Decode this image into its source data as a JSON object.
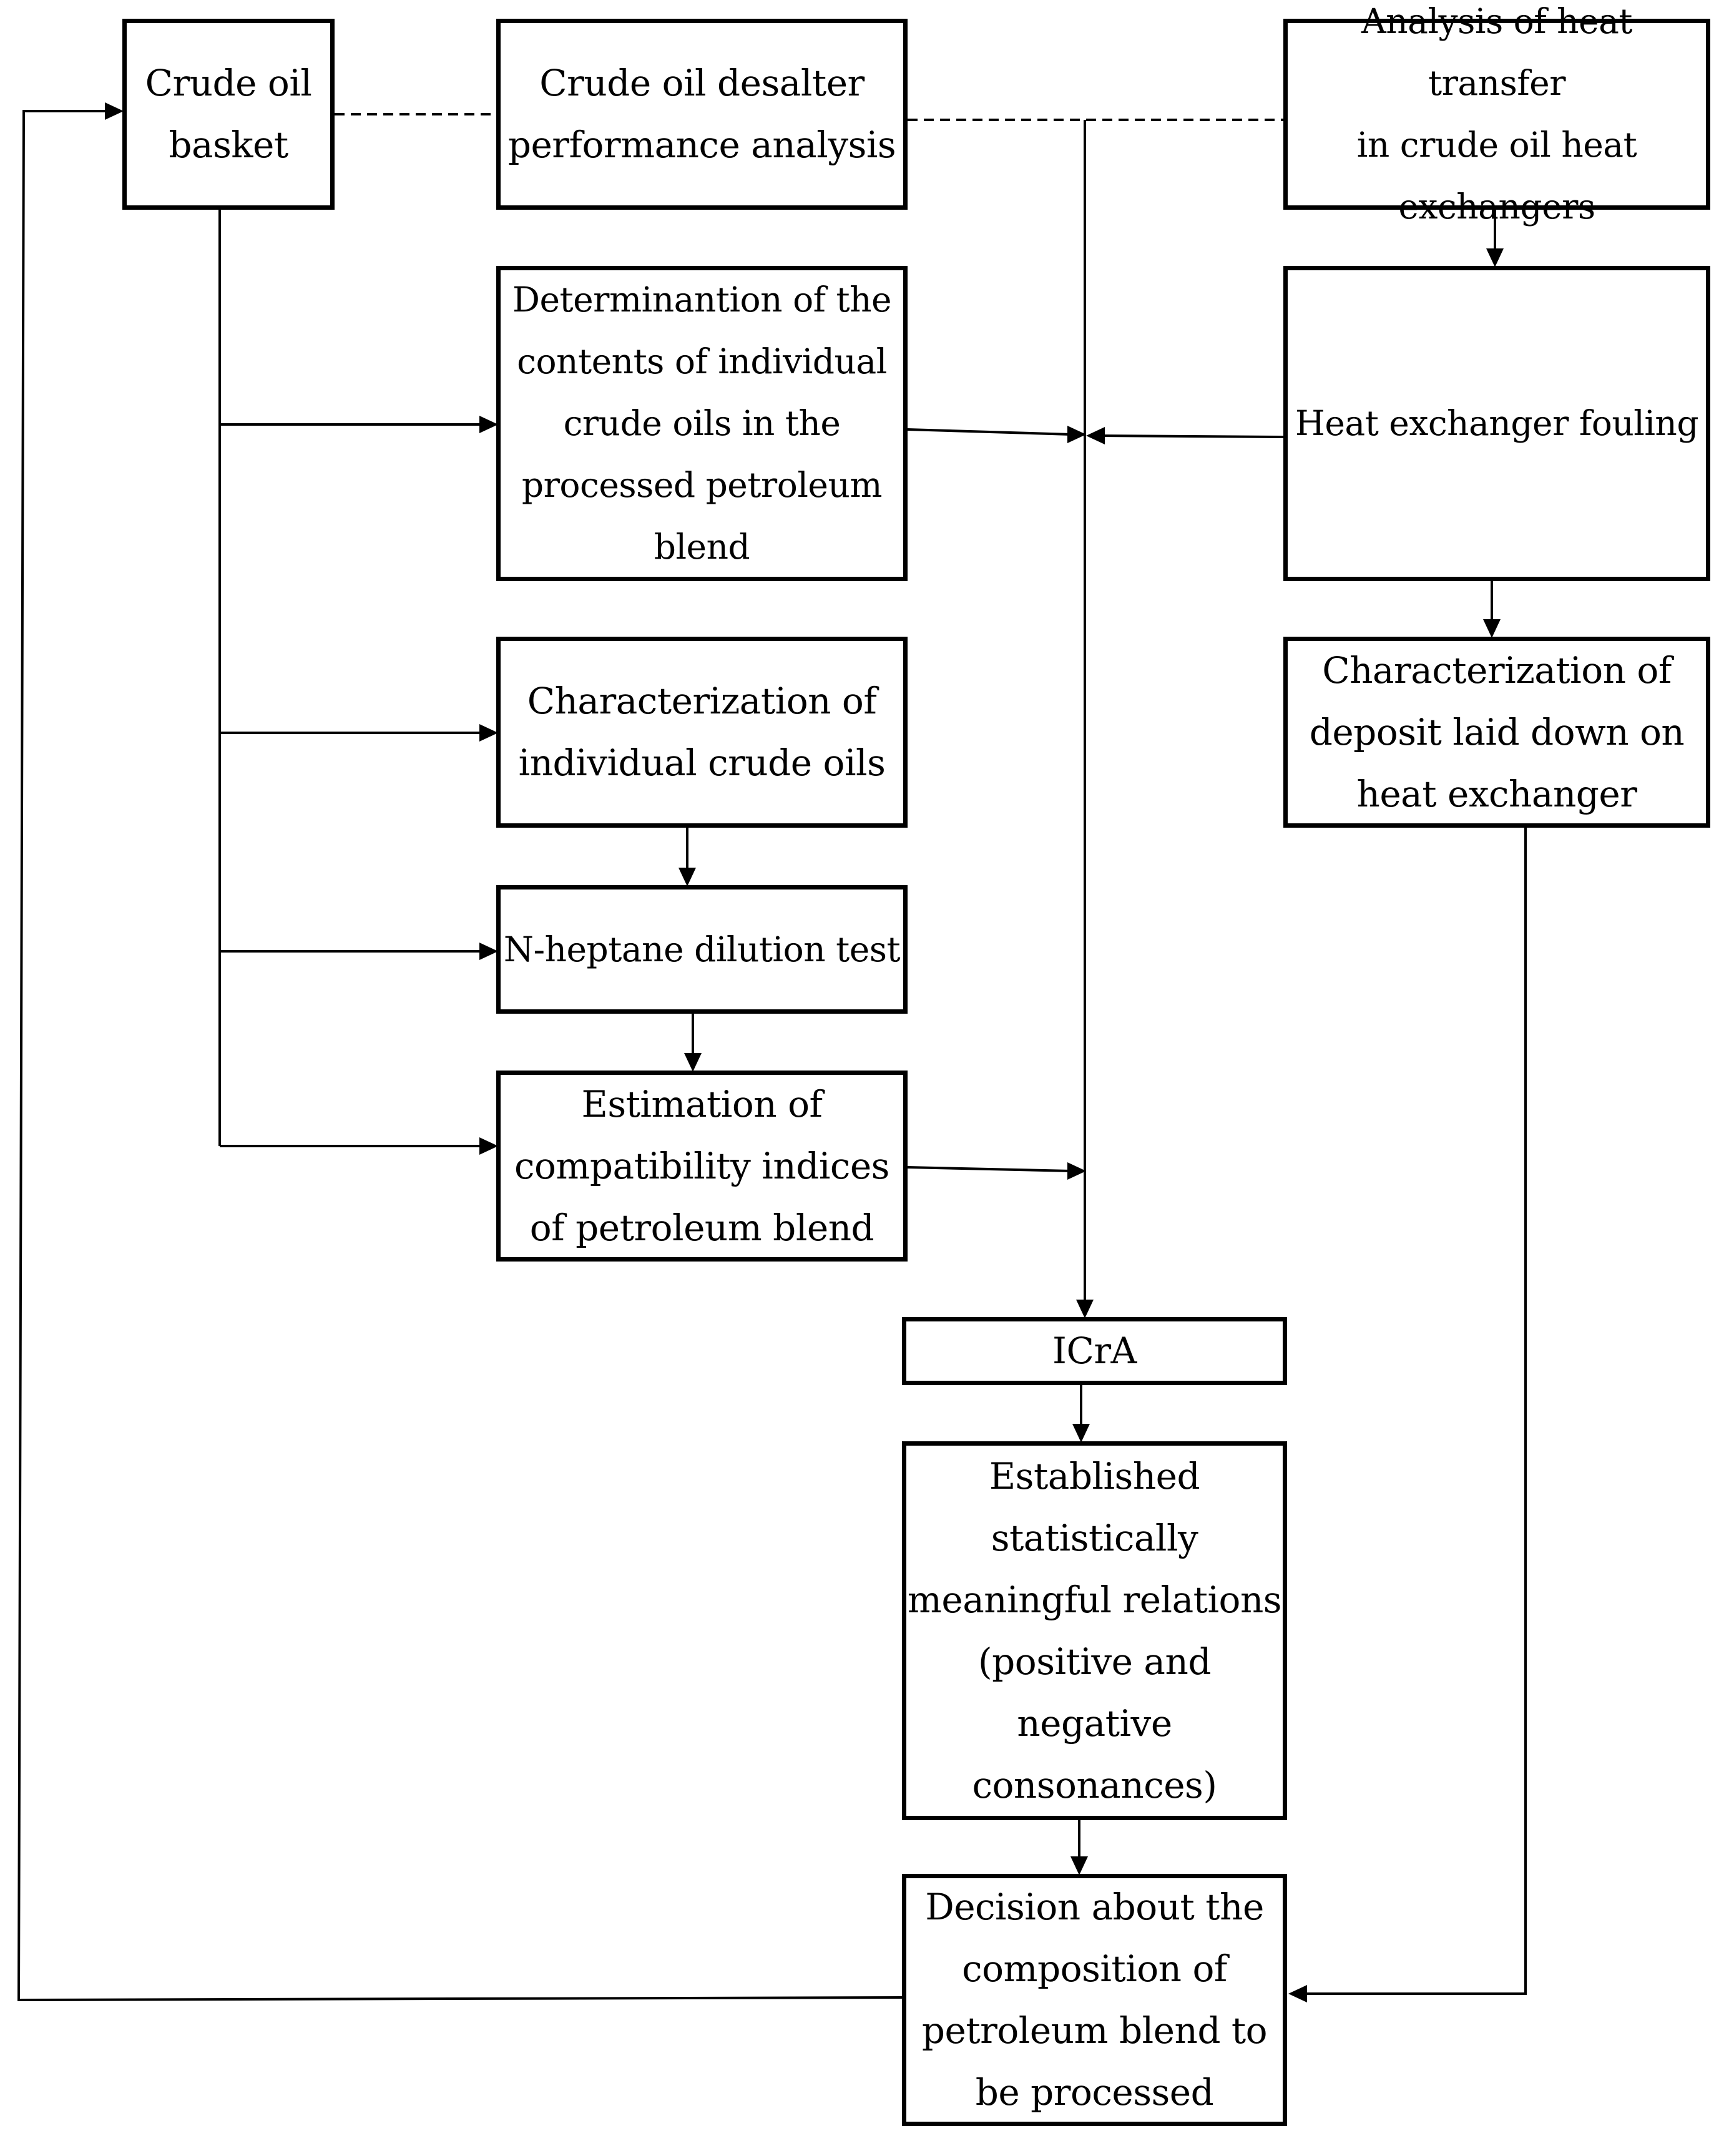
{
  "diagram": {
    "nodes": {
      "crude_oil_basket": "Crude oil\nbasket",
      "desalter_analysis": "Crude oil desalter\nperformance analysis",
      "heat_transfer_analysis": "Analysis of heat transfer\nin crude oil heat\nexchangers",
      "determination_contents": "Determinantion of the\ncontents of individual\ncrude oils in the\nprocessed petroleum\nblend",
      "heat_exchanger_fouling": "Heat exchanger fouling",
      "characterization_crude_oils": "Characterization of\nindividual crude oils",
      "characterization_deposit": "Characterization of\ndeposit laid down on\nheat exchanger",
      "n_heptane_test": "N-heptane dilution test",
      "compatibility_indices": "Estimation of\ncompatibility indices\nof petroleum blend",
      "icra": "ICrA",
      "statistical_relations": "Established\nstatistically\nmeaningful relations\n(positive and\nnegative\nconsonances)",
      "decision_composition": "Decision about the\ncomposition of\npetroleum blend to\nbe processed"
    },
    "connections": [
      {
        "from": "crude_oil_basket",
        "to": "determination_contents",
        "style": "solid"
      },
      {
        "from": "crude_oil_basket",
        "to": "characterization_crude_oils",
        "style": "solid"
      },
      {
        "from": "crude_oil_basket",
        "to": "n_heptane_test",
        "style": "solid"
      },
      {
        "from": "crude_oil_basket",
        "to": "compatibility_indices",
        "style": "solid"
      },
      {
        "from": "crude_oil_basket",
        "to": "desalter_analysis",
        "style": "dashed"
      },
      {
        "from": "desalter_analysis",
        "to": "heat_transfer_analysis",
        "style": "dashed"
      },
      {
        "from": "desalter_analysis",
        "to": "icra",
        "style": "solid"
      },
      {
        "from": "heat_transfer_analysis",
        "to": "heat_exchanger_fouling",
        "style": "solid"
      },
      {
        "from": "heat_exchanger_fouling",
        "to": "characterization_deposit",
        "style": "solid"
      },
      {
        "from": "heat_exchanger_fouling",
        "to": "icra",
        "style": "solid"
      },
      {
        "from": "determination_contents",
        "to": "icra",
        "style": "solid"
      },
      {
        "from": "characterization_crude_oils",
        "to": "n_heptane_test",
        "style": "solid"
      },
      {
        "from": "n_heptane_test",
        "to": "compatibility_indices",
        "style": "solid"
      },
      {
        "from": "compatibility_indices",
        "to": "icra",
        "style": "solid"
      },
      {
        "from": "icra",
        "to": "statistical_relations",
        "style": "solid"
      },
      {
        "from": "statistical_relations",
        "to": "decision_composition",
        "style": "solid"
      },
      {
        "from": "characterization_deposit",
        "to": "decision_composition",
        "style": "solid"
      },
      {
        "from": "decision_composition",
        "to": "crude_oil_basket",
        "style": "solid"
      }
    ]
  }
}
